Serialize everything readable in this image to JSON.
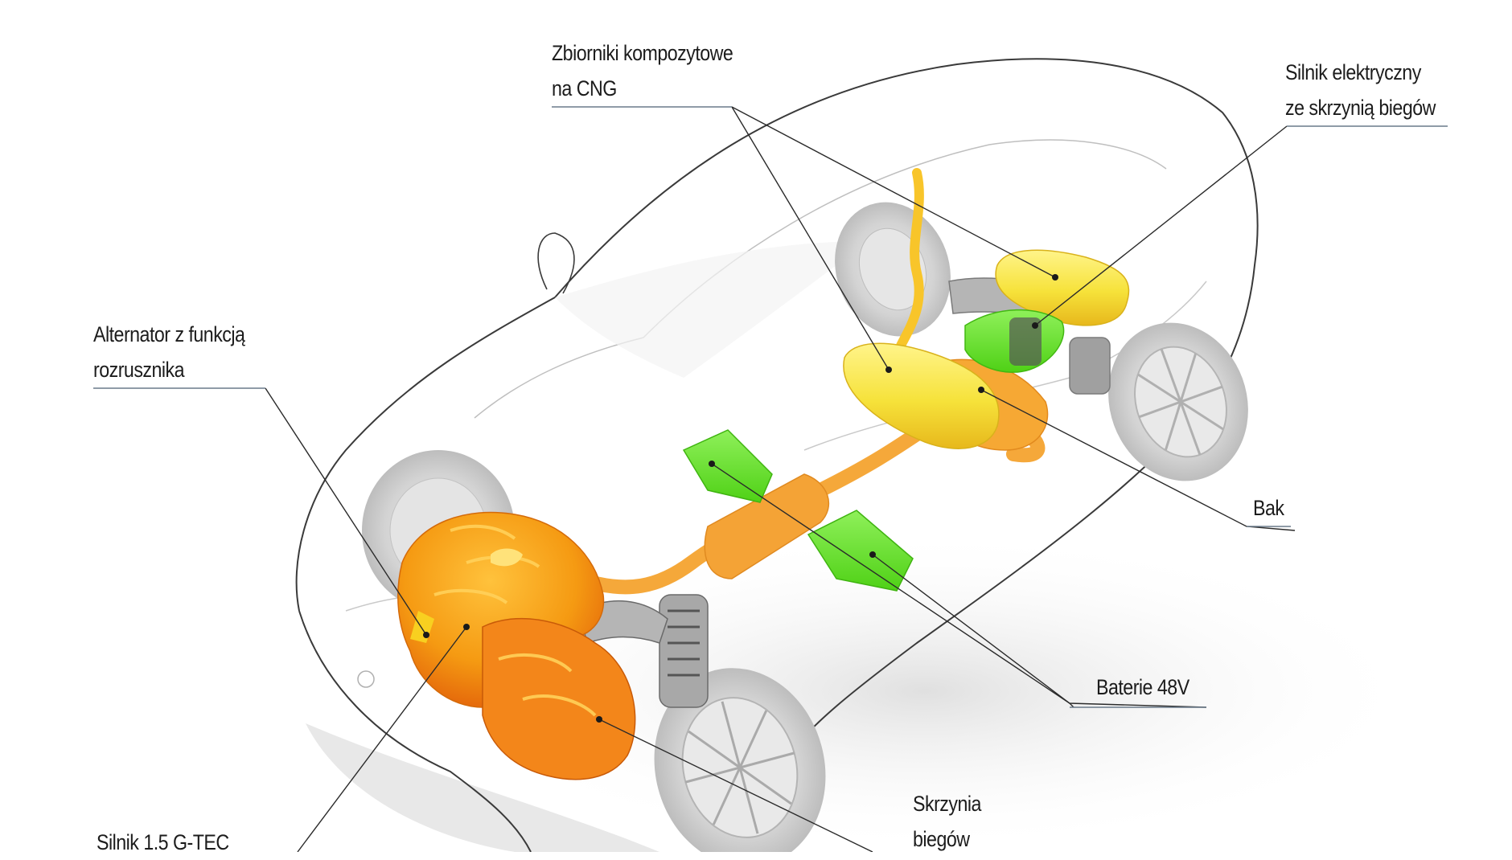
{
  "colors": {
    "leader_line": "#2a2a2a",
    "underline": "#6a7a8a",
    "body_outline": "#3a3a3a",
    "cng_tank_yellow": "#f6e23a",
    "battery_green": "#6ee12a",
    "engine_orange": "#f39a10",
    "exhaust_orange": "#f5a83a",
    "tire_grey": "#cfcfcf"
  },
  "labels": {
    "cng_tanks": {
      "line1": "Zbiorniki kompozytowe",
      "line2": "na CNG"
    },
    "electric_motor": {
      "line1": "Silnik elektryczny",
      "line2": "ze skrzynią biegów"
    },
    "alternator": {
      "line1": "Alternator z funkcją",
      "line2": "rozrusznika"
    },
    "fuel_tank": {
      "line1": "Bak"
    },
    "batteries": {
      "line1": "Baterie 48V"
    },
    "gearbox": {
      "line1": "Skrzynia",
      "line2": "biegów"
    },
    "engine": {
      "line1": "Silnik 1.5 G-TEC"
    }
  }
}
